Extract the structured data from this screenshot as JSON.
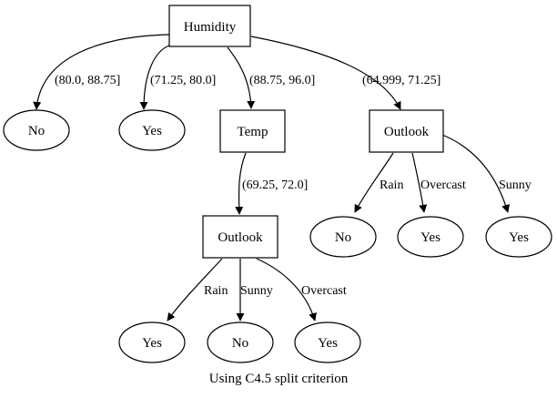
{
  "nodes": {
    "humidity": "Humidity",
    "no_a": "No",
    "yes_a": "Yes",
    "temp": "Temp",
    "outlook_right": "Outlook",
    "outlook_lower": "Outlook",
    "no_b": "No",
    "yes_b": "Yes",
    "yes_c": "Yes",
    "yes_d": "Yes",
    "no_c": "No",
    "yes_e": "Yes"
  },
  "edges": {
    "humidity_no": "(80.0, 88.75]",
    "humidity_yes": "(71.25, 80.0]",
    "humidity_temp": "(88.75, 96.0]",
    "humidity_outlook": "(64.999, 71.25]",
    "temp_outlook": "(69.25, 72.0]",
    "outlook_right_rain": "Rain",
    "outlook_right_overcast": "Overcast",
    "outlook_right_sunny": "Sunny",
    "outlook_lower_rain": "Rain",
    "outlook_lower_sunny": "Sunny",
    "outlook_lower_overcast": "Overcast"
  },
  "caption": "Using C4.5 split criterion"
}
